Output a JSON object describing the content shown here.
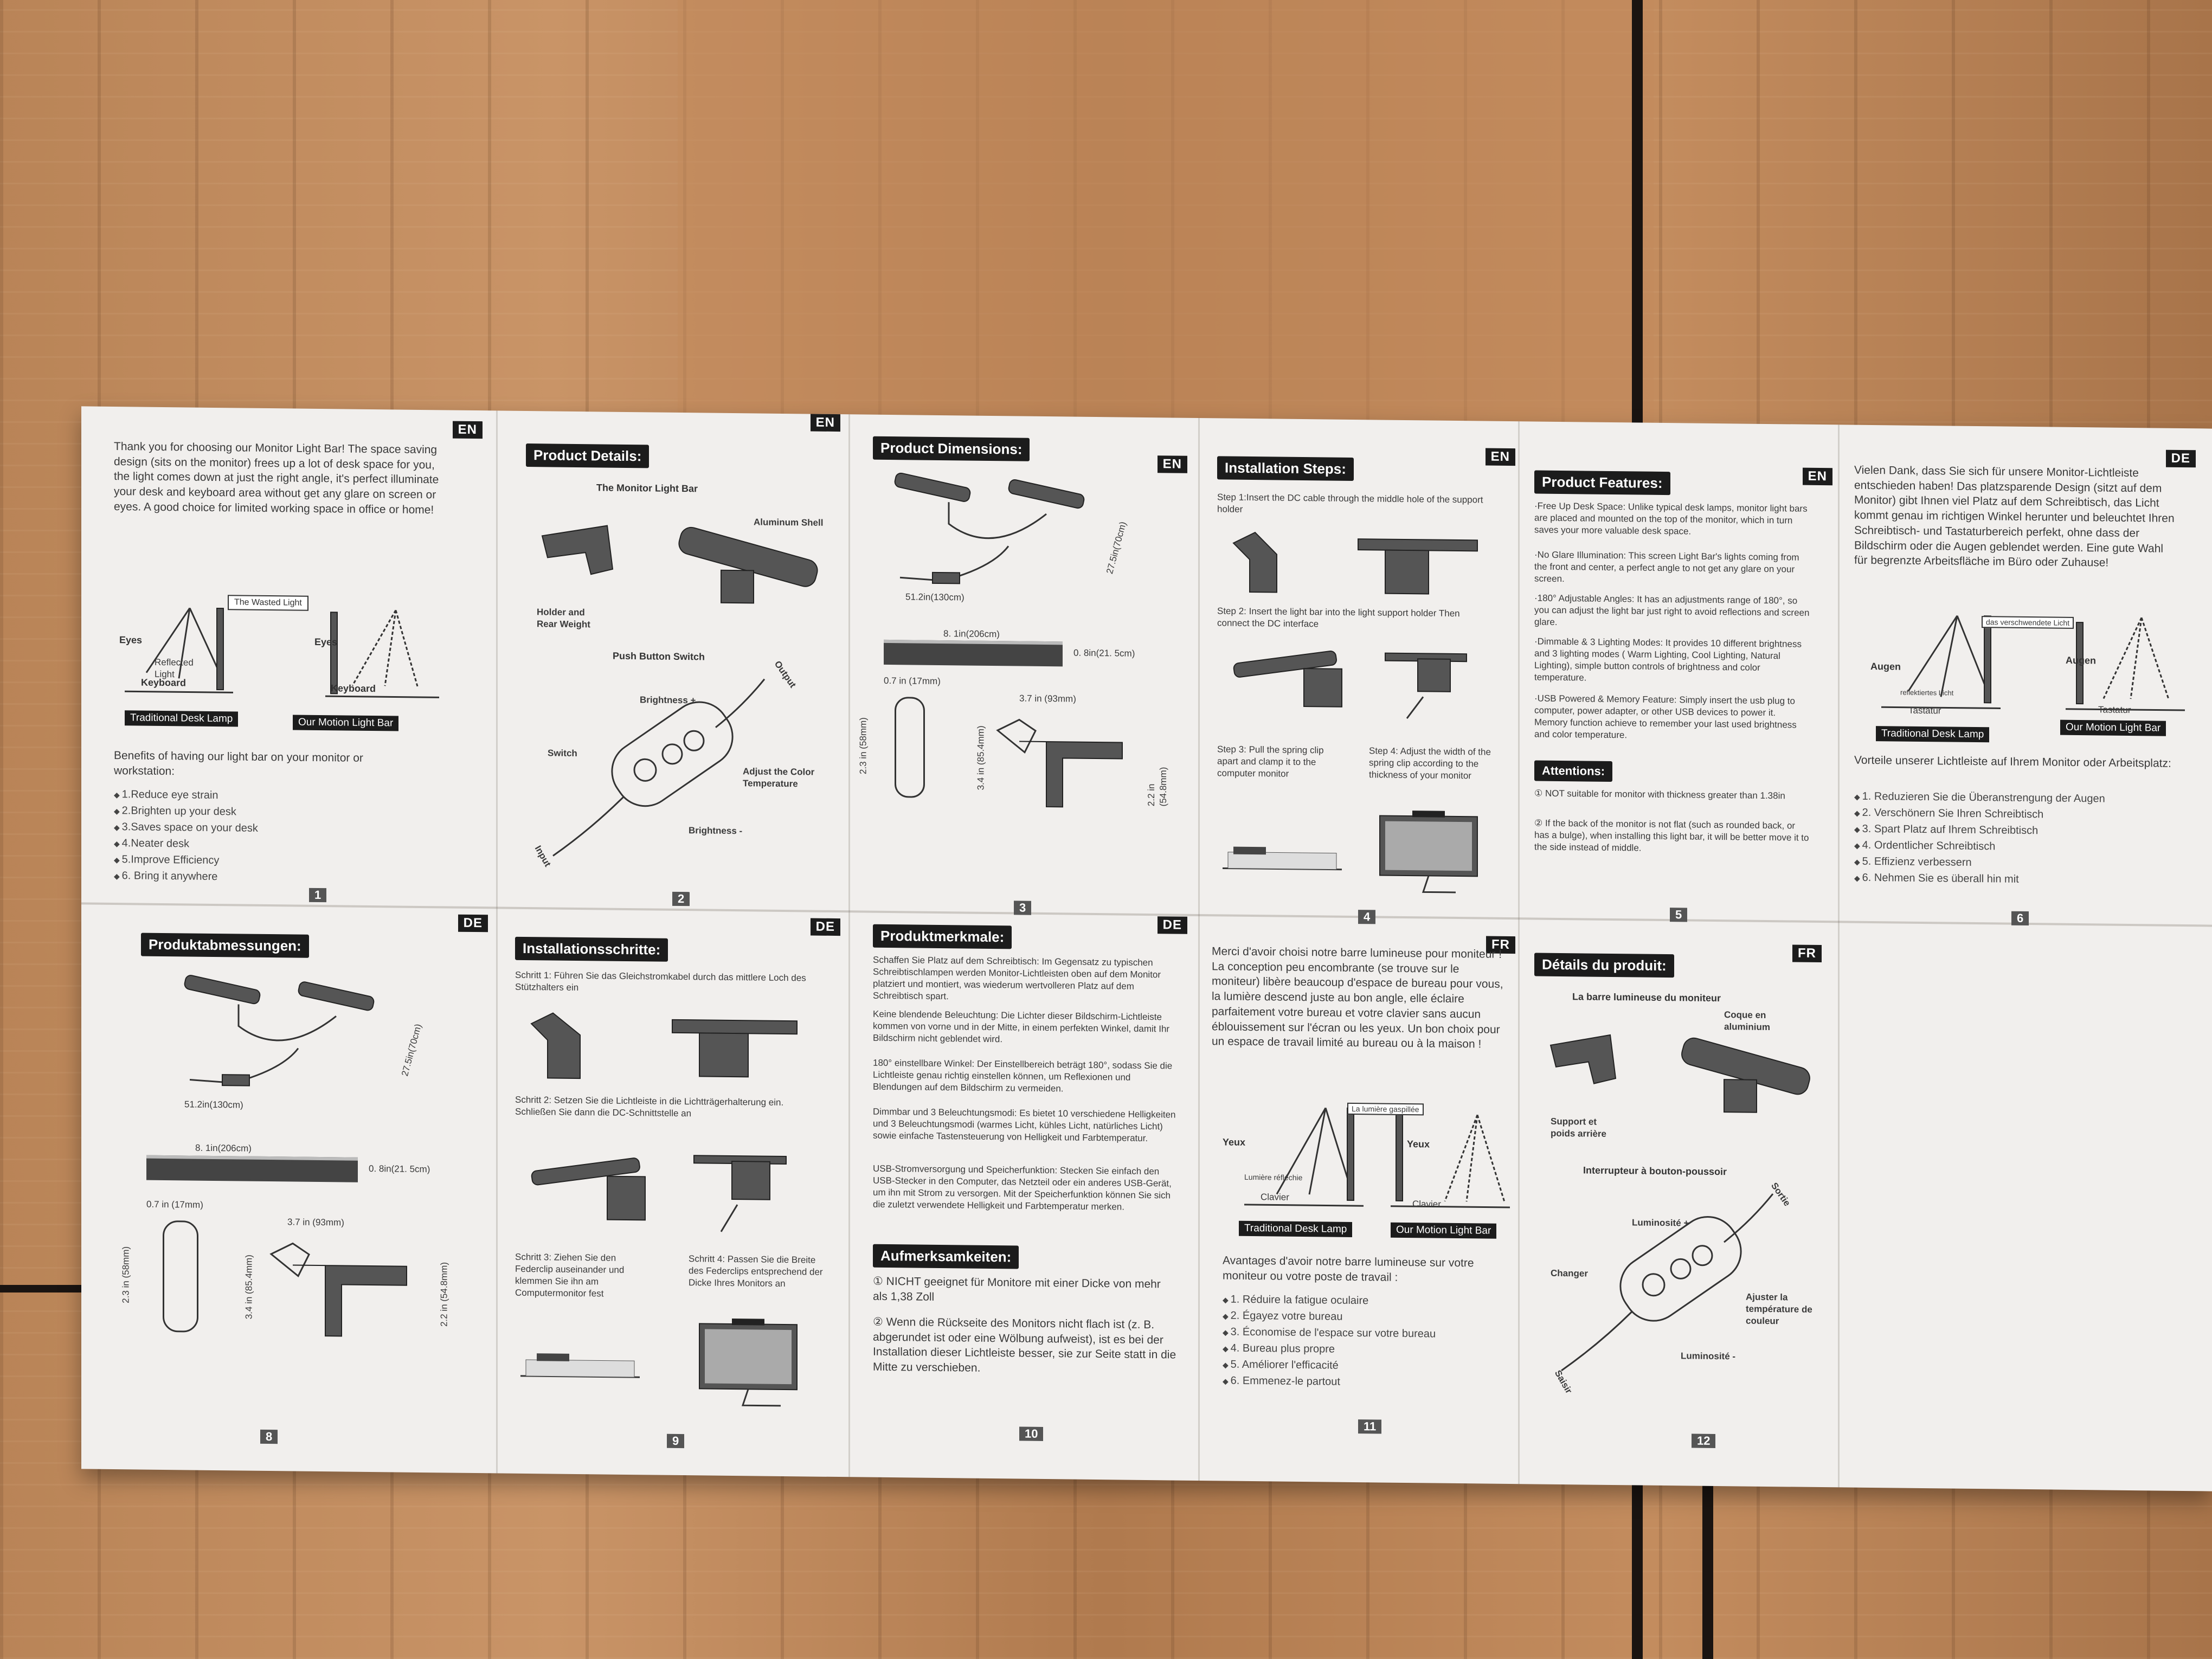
{
  "panels": {
    "p1": {
      "lang": "EN",
      "intro": "Thank you for choosing our Monitor Light Bar! The space saving design (sits on the monitor) frees up a lot of desk space for you, the light comes down at just the right angle, it's perfect illuminate your desk and keyboard area without get any glare on screen or eyes. A good choice for limited working space in office or home!",
      "wasted_light": "The Wasted Light",
      "eyes": "Eyes",
      "reflected_light": "Reflected Light",
      "keyboard": "Keyboard",
      "cap_left": "Traditional Desk Lamp",
      "cap_right": "Our Motion Light Bar",
      "benefits_title": "Benefits of having our light bar on your monitor or workstation:",
      "benefits": [
        "1.Reduce eye strain",
        "2.Brighten up your desk",
        "3.Saves space on your desk",
        "4.Neater desk",
        "5.Improve Efficiency",
        "6. Bring it anywhere"
      ],
      "page": "1"
    },
    "p2": {
      "lang": "EN",
      "header": "Product Details:",
      "subtitle": "The Monitor Light Bar",
      "aluminum": "Aluminum Shell",
      "holder": "Holder and Rear Weight",
      "push_title": "Push Button Switch",
      "brightness_plus": "Brightness +",
      "output": "Output",
      "switch": "Switch",
      "adjust": "Adjust the Color Temperature",
      "brightness_minus": "Brightness -",
      "input": "Input",
      "page": "2"
    },
    "p3": {
      "lang": "EN",
      "header": "Product Dimensions:",
      "cable": "51.2in(130cm)",
      "cable2": "27.5in(70cm)",
      "length": "8. 1in(206cm)",
      "thick": "0. 8in(21. 5cm)",
      "w1": "0.7 in (17mm)",
      "h1": "2.3 in (58mm)",
      "w2": "3.7 in (93mm)",
      "h2": "3.4 in (85.4mm)",
      "h3": "2.2 in (54.8mm)",
      "page": "3"
    },
    "p4": {
      "lang": "EN",
      "header": "Installation Steps:",
      "s1": "Step 1:Insert the DC cable through the middle hole of the support holder",
      "s2": "Step 2: Insert the light bar into the light support holder Then connect the DC interface",
      "s3": "Step 3: Pull the spring clip apart and clamp it to the computer monitor",
      "s4": "Step 4: Adjust the width of the spring clip according to the thickness of your monitor",
      "page": "4"
    },
    "p5": {
      "lang": "EN",
      "header": "Product Features:",
      "f1": "·Free Up Desk Space: Unlike typical desk lamps, monitor light bars are placed and mounted on the top of the monitor, which in turn saves your more valuable desk space.",
      "f2": "·No Glare Illumination: This screen Light Bar's lights coming from the front and center, a perfect angle to not get any glare on your screen.",
      "f3": "·180° Adjustable Angles: It has an adjustments range of 180°, so you can adjust the light bar just right to avoid reflections and screen glare.",
      "f4": "·Dimmable & 3 Lighting Modes: It provides 10 different brightness and 3 lighting modes ( Warm Lighting, Cool Lighting, Natural Lighting), simple button controls of brightness and color temperature.",
      "f5": "·USB Powered & Memory Feature: Simply insert the usb plug to computer, power adapter, or other USB devices to power it. Memory function achieve to remember your last used brightness and color temperature.",
      "att_header": "Attentions:",
      "a1": "① NOT suitable for monitor with thickness greater than 1.38in",
      "a2": "② If the back of the monitor is not flat (such as rounded back, or has a bulge), when installing this light bar, it will be better move it to the side instead of middle.",
      "page": "5"
    },
    "p6": {
      "lang": "DE",
      "intro": "Vielen Dank, dass Sie sich für unsere Monitor-Lichtleiste entschieden haben! Das platzsparende Design (sitzt auf dem Monitor) gibt Ihnen viel Platz auf dem Schreibtisch, das Licht kommt genau im richtigen Winkel herunter und beleuchtet Ihren Schreibtisch- und Tastaturbereich perfekt, ohne dass der Bildschirm oder die Augen geblendet werden. Eine gute Wahl für begrenzte Arbeitsfläche im Büro oder Zuhause!",
      "wasted": "das verschwendete Licht",
      "augen": "Augen",
      "reflected": "reflektiertes Licht",
      "tastatur": "Tastatur",
      "cap_left": "Traditional Desk Lamp",
      "cap_right": "Our Motion Light Bar",
      "benefits_title": "Vorteile unserer Lichtleiste auf Ihrem Monitor oder Arbeitsplatz:",
      "benefits": [
        "1. Reduzieren Sie die Überanstrengung der Augen",
        "2. Verschönern Sie Ihren Schreibtisch",
        "3. Spart Platz auf Ihrem Schreibtisch",
        "4. Ordentlicher Schreibtisch",
        "5. Effizienz verbessern",
        "6. Nehmen Sie es überall hin mit"
      ],
      "page": "6"
    },
    "p8": {
      "lang": "DE",
      "header": "Produktabmessungen:",
      "cable": "51.2in(130cm)",
      "cable2": "27.5in(70cm)",
      "length": "8. 1in(206cm)",
      "thick": "0. 8in(21. 5cm)",
      "w1": "0.7 in (17mm)",
      "h1": "2.3 in (58mm)",
      "w2": "3.7 in (93mm)",
      "h2": "3.4 in (85.4mm)",
      "h3": "2.2 in (54.8mm)",
      "page": "8"
    },
    "p9": {
      "lang": "DE",
      "header": "Installationsschritte:",
      "s1": "Schritt 1: Führen Sie das Gleichstromkabel durch das mittlere Loch des Stützhalters ein",
      "s2": "Schritt 2: Setzen Sie die Lichtleiste in die Lichtträgerhalterung ein. Schließen Sie dann die DC-Schnittstelle an",
      "s3": "Schritt 3: Ziehen Sie den Federclip auseinander und klemmen Sie ihn am Computermonitor fest",
      "s4": "Schritt 4: Passen Sie die Breite des Federclips entsprechend der Dicke Ihres Monitors an",
      "page": "9"
    },
    "p10": {
      "lang": "DE",
      "header": "Produktmerkmale:",
      "f1": "Schaffen Sie Platz auf dem Schreibtisch: Im Gegensatz zu typischen Schreibtischlampen werden Monitor-Lichtleisten oben auf dem Monitor platziert und montiert, was wiederum wertvolleren Platz auf dem Schreibtisch spart.",
      "f2": "Keine blendende Beleuchtung: Die Lichter dieser Bildschirm-Lichtleiste kommen von vorne und in der Mitte, in einem perfekten Winkel, damit Ihr Bildschirm nicht geblendet wird.",
      "f3": "180° einstellbare Winkel: Der Einstellbereich beträgt 180°, sodass Sie die Lichtleiste genau richtig einstellen können, um Reflexionen und Blendungen auf dem Bildschirm zu vermeiden.",
      "f4": "Dimmbar und 3 Beleuchtungsmodi: Es bietet 10 verschiedene Helligkeiten und 3 Beleuchtungsmodi (warmes Licht, kühles Licht, natürliches Licht) sowie einfache Tastensteuerung von Helligkeit und Farbtemperatur.",
      "f5": "USB-Stromversorgung und Speicherfunktion: Stecken Sie einfach den USB-Stecker in den Computer, das Netzteil oder ein anderes USB-Gerät, um ihn mit Strom zu versorgen. Mit der Speicherfunktion können Sie sich die zuletzt verwendete Helligkeit und Farbtemperatur merken.",
      "att_header": "Aufmerksamkeiten:",
      "a1": "① NICHT geeignet für Monitore mit einer Dicke von mehr als 1,38 Zoll",
      "a2": "② Wenn die Rückseite des Monitors nicht flach ist (z. B. abgerundet ist oder eine Wölbung aufweist), ist es bei der Installation dieser Lichtleiste besser, sie zur Seite statt in die Mitte zu verschieben.",
      "page": "10"
    },
    "p11": {
      "lang": "FR",
      "intro": "Merci d'avoir choisi notre barre lumineuse pour moniteur ! La conception peu encombrante (se trouve sur le moniteur) libère beaucoup d'espace de bureau pour vous, la lumière descend juste au bon angle, elle éclaire parfaitement votre bureau et votre clavier sans aucun éblouissement sur l'écran ou les yeux. Un bon choix pour un espace de travail limité au bureau ou à la maison !",
      "wasted": "La lumière gaspillée",
      "yeux": "Yeux",
      "reflected": "Lumière réfléchie",
      "clavier": "Clavier",
      "cap_left": "Traditional Desk Lamp",
      "cap_right": "Our Motion Light Bar",
      "benefits_title": "Avantages d'avoir notre barre lumineuse sur votre moniteur ou votre poste de travail :",
      "benefits": [
        "1. Réduire la fatigue oculaire",
        "2. Égayez votre bureau",
        "3. Économise de l'espace sur votre bureau",
        "4. Bureau plus propre",
        "5. Améliorer l'efficacité",
        "6. Emmenez-le partout"
      ],
      "page": "11"
    },
    "p12": {
      "lang": "FR",
      "header": "Détails du produit:",
      "subtitle": "La barre lumineuse du moniteur",
      "coque": "Coque en aluminium",
      "support": "Support et poids arrière",
      "push_title": "Interrupteur à bouton-poussoir",
      "lum_plus": "Luminosité +",
      "sortie": "Sortie",
      "changer": "Changer",
      "ajuster": "Ajuster la température de couleur",
      "lum_minus": "Luminosité -",
      "entree": "Saisir",
      "page": "12"
    }
  }
}
